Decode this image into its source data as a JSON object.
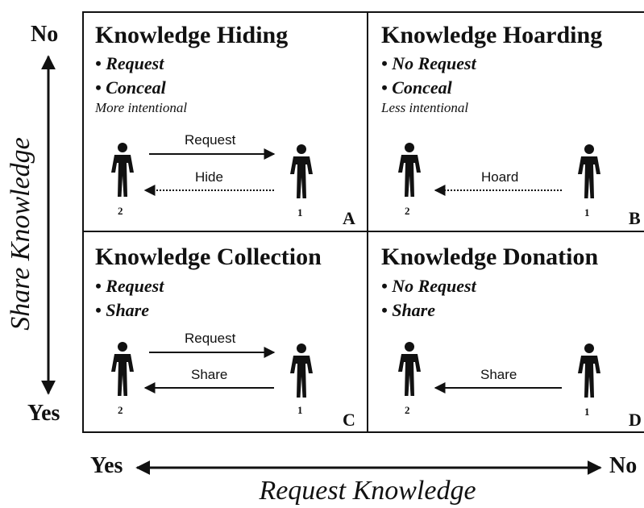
{
  "quadrants": [
    {
      "title": "Knowledge Hiding",
      "bullets": [
        "• Request",
        "• Conceal"
      ],
      "note": "More intentional",
      "arrow_labels": [
        "Request",
        "Hide"
      ],
      "person_left": "2",
      "person_right": "1",
      "letter": "A"
    },
    {
      "title": "Knowledge Hoarding",
      "bullets": [
        "• No Request",
        "• Conceal"
      ],
      "note": "Less intentional",
      "arrow_labels": [
        "Hoard"
      ],
      "person_left": "2",
      "person_right": "1",
      "letter": "B"
    },
    {
      "title": "Knowledge Collection",
      "bullets": [
        "• Request",
        "• Share"
      ],
      "note": "",
      "arrow_labels": [
        "Request",
        "Share"
      ],
      "person_left": "2",
      "person_right": "1",
      "letter": "C"
    },
    {
      "title": "Knowledge Donation",
      "bullets": [
        "• No Request",
        "• Share"
      ],
      "note": "",
      "arrow_labels": [
        "Share"
      ],
      "person_left": "2",
      "person_right": "1",
      "letter": "D"
    }
  ],
  "vertical_axis": {
    "title": "Share Knowledge",
    "top": "No",
    "bottom": "Yes"
  },
  "horizontal_axis": {
    "title": "Request Knowledge",
    "left": "Yes",
    "right": "No"
  },
  "icons": [
    "person-icon"
  ]
}
